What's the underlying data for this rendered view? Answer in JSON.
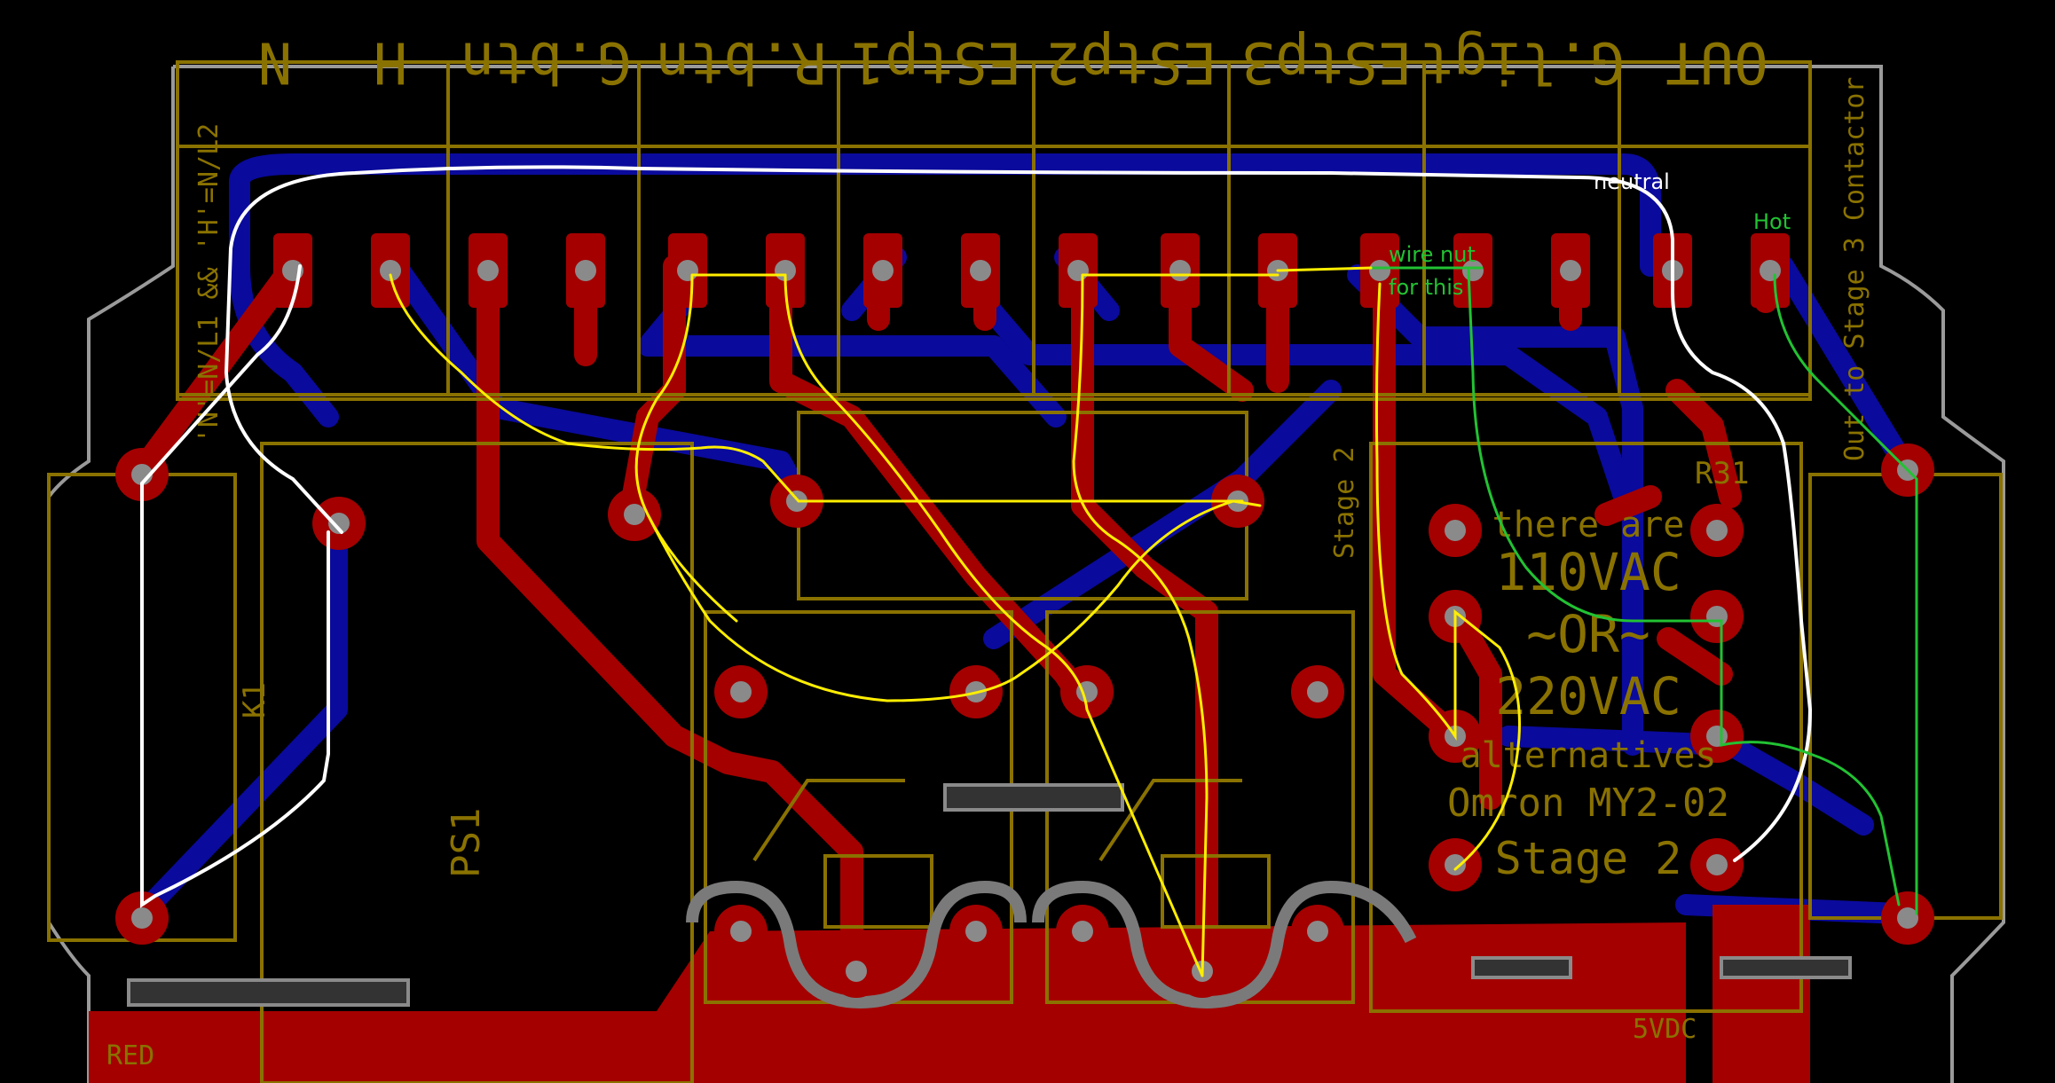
{
  "terminals": [
    "N",
    "H",
    "G.btn",
    "R.btn",
    "EStp1",
    "EStp2",
    "EStp3",
    "G.ligt",
    "OUT"
  ],
  "side_labels": {
    "left": "'N'=N/L1 && 'H'=N/L2",
    "right": "Out to Stage 3 Contactor"
  },
  "silkscreen": {
    "stage_vertical": "Stage 2",
    "r31": "R31",
    "block_lines": [
      "there are",
      "110VAC",
      "~OR~",
      "220VAC",
      "alternatives",
      "Omron MY2-02",
      "Stage 2"
    ],
    "ps1": "PS1",
    "k1": "K1",
    "vdc": "5VDC",
    "red": "RED"
  },
  "annotations": {
    "neutral": "neutral",
    "hot": "Hot",
    "wire_nut_line1": "wire nut",
    "wire_nut_line2": "for this"
  },
  "colors": {
    "background": "#000000",
    "silkscreen": "#8a7200",
    "top_copper": "#a40000",
    "bottom_copper": "#0a0a9c",
    "pad_hole": "#8a8a8a",
    "neutral_wire": "#ffffff",
    "hot_wire": "#22c233",
    "signal_wire": "#ffee00"
  }
}
